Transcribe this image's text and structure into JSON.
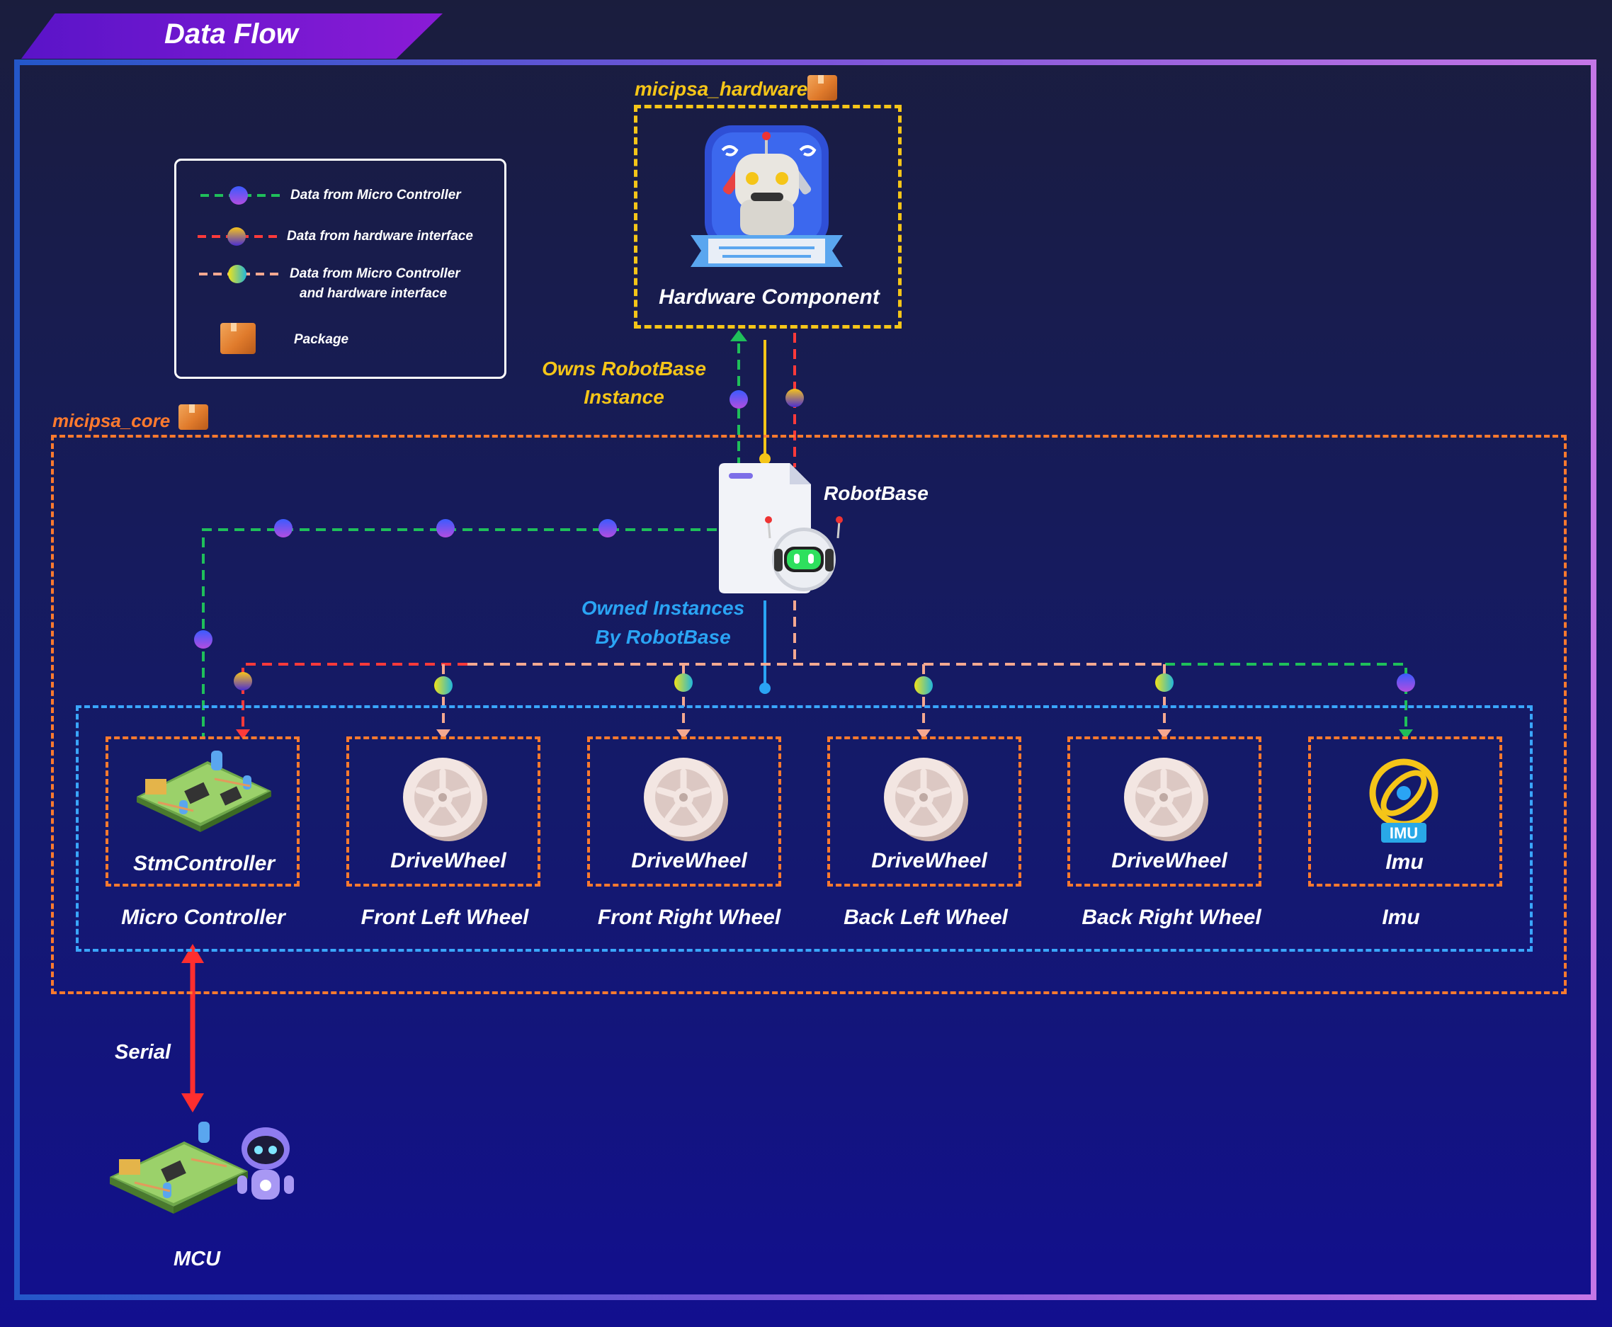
{
  "title": "Data Flow",
  "legend": {
    "item1": "Data from Micro Controller",
    "item2": "Data from hardware interface",
    "item3_line1": "Data from Micro Controller",
    "item3_line2": "and hardware interface",
    "item4": "Package"
  },
  "packages": {
    "hardware": "micipsa_hardware",
    "core": "micipsa_core"
  },
  "hardware_component": "Hardware Component",
  "owns_line1": "Owns RobotBase",
  "owns_line2": "Instance",
  "robotbase": "RobotBase",
  "owned_line1": "Owned Instances",
  "owned_line2": "By RobotBase",
  "components": [
    {
      "class": "StmController",
      "label": "Micro Controller"
    },
    {
      "class": "DriveWheel",
      "label": "Front Left Wheel"
    },
    {
      "class": "DriveWheel",
      "label": "Front Right Wheel"
    },
    {
      "class": "DriveWheel",
      "label": "Back Left Wheel"
    },
    {
      "class": "DriveWheel",
      "label": "Back Right Wheel"
    },
    {
      "class": "Imu",
      "label": "Imu"
    }
  ],
  "serial": "Serial",
  "mcu": "MCU",
  "imu_badge": "IMU",
  "colors": {
    "mc_line": "#1fbf5a",
    "hw_line": "#ff3a3a",
    "both_line": "#f4a890",
    "owns": "#f5c518",
    "owned": "#2aa4f4",
    "core_border": "#ff7a2e",
    "group_border": "#3aa6ff"
  }
}
